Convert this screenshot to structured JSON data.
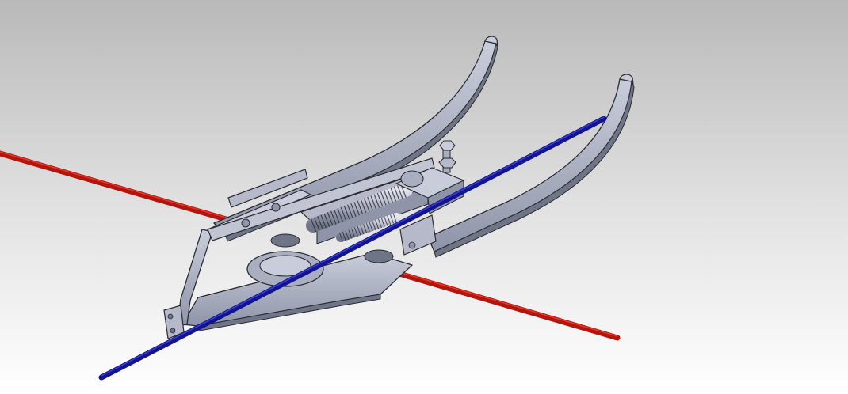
{
  "scene": {
    "description_visible_text": "",
    "colors": {
      "background_top": "#b9b9b9",
      "background_bottom": "#ffffff",
      "part_fill": "#a9aec0",
      "part_light": "#c9cddb",
      "part_dark": "#6f7487",
      "outline": "#2b2d33",
      "red_wire": "#b3140c",
      "red_wire_highlight": "#e0392d",
      "blue_wire": "#13158f",
      "blue_wire_highlight": "#3a3fd0"
    },
    "objects": [
      "sled-frame",
      "runner-left",
      "runner-right",
      "spring-mechanism",
      "hex-bolt",
      "red-wire",
      "blue-wire"
    ]
  }
}
